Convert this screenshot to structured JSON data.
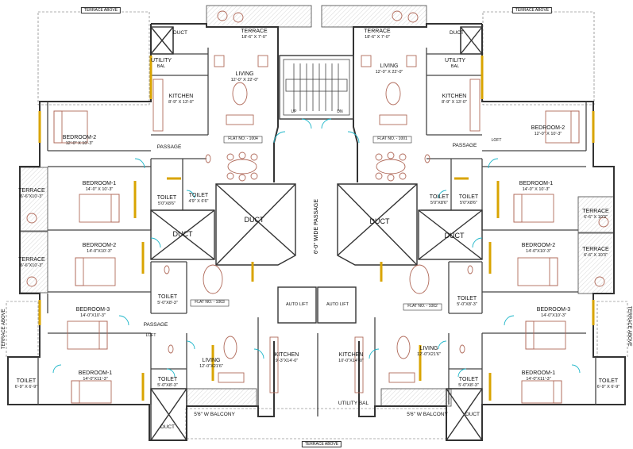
{
  "labels": {
    "terrace_above_tl": "TERRACE ABOVE",
    "terrace_above_tr": "TERRACE ABOVE",
    "terrace_above_bottom": "TERRACE ABOVE",
    "terrace_above_left": "TERRACE ABOVE",
    "terrace_above_right": "TERRACE ABOVE",
    "terrace_top_l": {
      "name": "TERRACE",
      "dim": "18'-6\" X 7'-0\""
    },
    "terrace_top_r": {
      "name": "TERRACE",
      "dim": "18'-6\" X 7'-0\""
    },
    "duct_top_l": "DUCT",
    "duct_top_r": "DUCT",
    "utility_l": {
      "name": "UTILITY",
      "dim": "BAL"
    },
    "utility_r": {
      "name": "UTILITY",
      "dim": "BAL"
    },
    "living_top_l": {
      "name": "LIVING",
      "dim": "12'-0\" X 22'-0\""
    },
    "living_top_r": {
      "name": "LIVING",
      "dim": "12'-0\" X 22'-0\""
    },
    "kitchen_top_l": {
      "name": "KITCHEN",
      "dim": "8'-9\" X 13'-0\""
    },
    "kitchen_top_r": {
      "name": "KITCHEN",
      "dim": "8'-9\" X 13'-0\""
    },
    "bed2_top_l": {
      "name": "BEDROOM-2",
      "dim": "12'-0\" X 10'-3\""
    },
    "bed2_top_r": {
      "name": "BEDROOM-2",
      "dim": "12'-0\" X 10'-3\""
    },
    "passage_l": "PASSAGE",
    "passage_r": "PASSAGE",
    "passage_bl": "PASSAGE",
    "loft_r": "LOFT",
    "loft_bl": "LOFT",
    "up": "UP",
    "dn": "DN",
    "flat_1004": "FLAT NO. - 1004",
    "flat_1001": "FLAT NO. - 1001",
    "flat_1003": "FLAT NO. - 1003",
    "flat_1002": "FLAT NO. - 1002",
    "bed1_l": {
      "name": "BEDROOM-1",
      "dim": "14'-0\" X 10'-3\""
    },
    "bed1_r": {
      "name": "BEDROOM-1",
      "dim": "14'-0\" X 10'-3\""
    },
    "terrace_l1": {
      "name": "TERRACE",
      "dim": "6'-6\"X10'-3\""
    },
    "terrace_l2": {
      "name": "TERRACE",
      "dim": "6'-6\"X10'-3\""
    },
    "terrace_r1": {
      "name": "TERRACE",
      "dim": "6'-6\" X 10'3\""
    },
    "terrace_r2": {
      "name": "TERRACE",
      "dim": "6'-6\" X 10'3\""
    },
    "toilet_l1": {
      "name": "TOILET",
      "dim": "5'0\"X8'6\""
    },
    "toilet_l2": {
      "name": "TOILET",
      "dim": "4'9\" X 6'6\""
    },
    "toilet_r1": {
      "name": "TOILET",
      "dim": "5'0\"X8'6\""
    },
    "toilet_r2": {
      "name": "TOILET",
      "dim": "5'0\"X8'6\""
    },
    "duct_big_l": "DUCT",
    "duct_big_r": "DUCT",
    "duct_mid_l": "DUCT",
    "duct_mid_r": "DUCT",
    "wide_passage": "6'-0\" WIDE PASSAGE",
    "bed2_mid_l": {
      "name": "BEDROOM-2",
      "dim": "14'-0\"X10'-3\""
    },
    "bed2_mid_r": {
      "name": "BEDROOM-2",
      "dim": "14'-0\"X10'-3\""
    },
    "toilet_l3": {
      "name": "TOILET",
      "dim": "5'-0\"X8'-3\""
    },
    "toilet_r3": {
      "name": "TOILET",
      "dim": "5'-0\"X8'-3\""
    },
    "auto_lift_1": "AUTO LIFT",
    "auto_lift_2": "AUTO LIFT",
    "bed3_l": {
      "name": "BEDROOM-3",
      "dim": "14'-0\"X10'-3\""
    },
    "bed3_r": {
      "name": "BEDROOM-3",
      "dim": "14'-0\"X10'-3\""
    },
    "living_bot_l": {
      "name": "LIVING",
      "dim": "12'-0\"X21'6\""
    },
    "living_bot_r": {
      "name": "LIVING",
      "dim": "12'-0\"X21'6\""
    },
    "kitchen_bot_l": {
      "name": "KITCHEN",
      "dim": "9'-3\"X14'-0\""
    },
    "kitchen_bot_r": {
      "name": "KITCHEN",
      "dim": "10'-0\"X14'-0\""
    },
    "toilet_l4": {
      "name": "TOILET",
      "dim": "5'-0\"X8'-3\""
    },
    "toilet_r4": {
      "name": "TOILET",
      "dim": "5'-0\"X8'-3\""
    },
    "bed1_bot_l": {
      "name": "BEDROOM-1",
      "dim": "14'-0\"X11'-3\""
    },
    "bed1_bot_r": {
      "name": "BEDROOM-1",
      "dim": "14'-0\"X11'-3\""
    },
    "toilet_l5": {
      "name": "TOILET",
      "dim": "6'-9\" X 6'-9\""
    },
    "toilet_r5": {
      "name": "TOILET",
      "dim": "6'-9\" X 6'-9\""
    },
    "utility_bal_bot": "UTILITY  BAL",
    "balcony_l": "5'6\"  W  BALCONY",
    "balcony_r": "5'6\"  W  BALCONY",
    "duct_bot_l": "DUCT",
    "duct_bot_r": "DUCT"
  }
}
